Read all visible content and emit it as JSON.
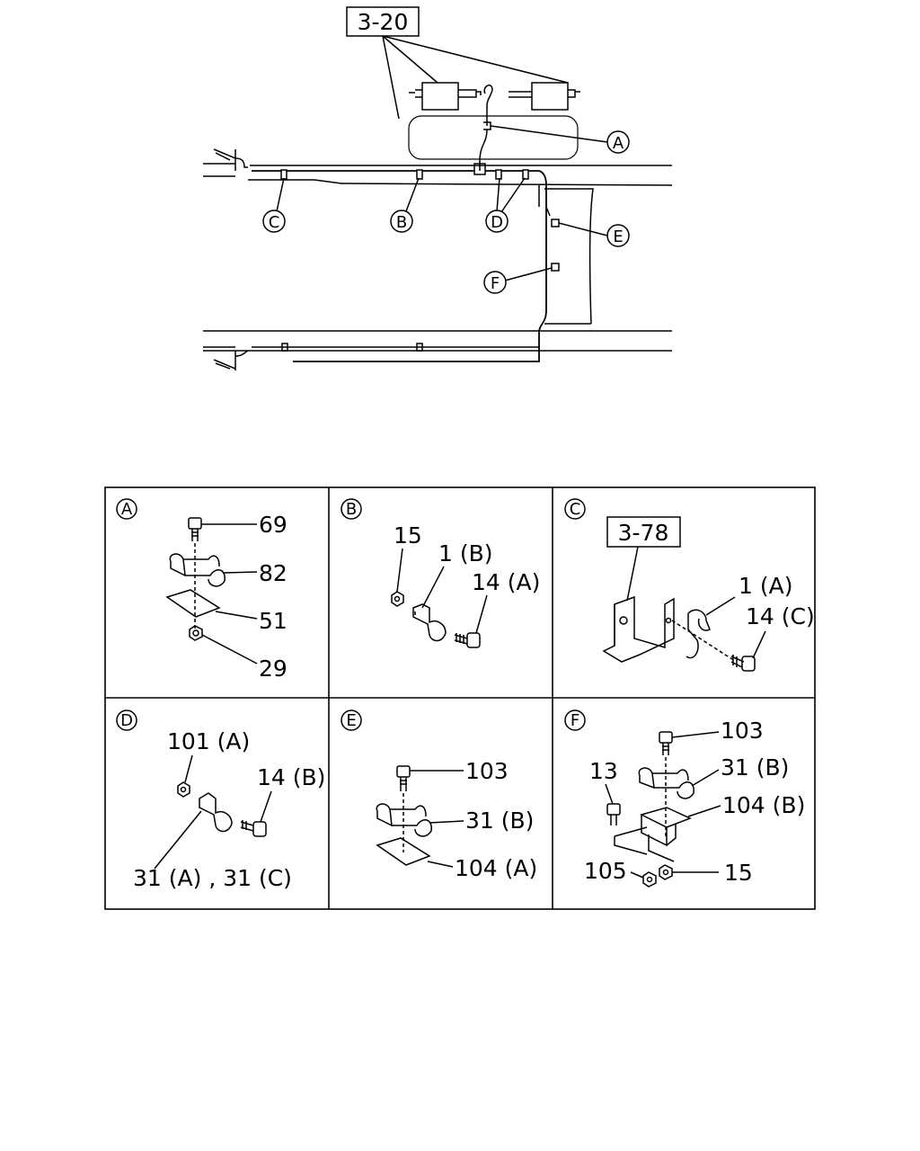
{
  "overview": {
    "ref_box": "3-20",
    "callouts": [
      "A",
      "B",
      "C",
      "D",
      "E",
      "F"
    ]
  },
  "details": {
    "A": {
      "label": "A",
      "parts": [
        "69",
        "82",
        "51",
        "29"
      ]
    },
    "B": {
      "label": "B",
      "parts": [
        "15",
        "1 (B)",
        "14 (A)"
      ]
    },
    "C": {
      "label": "C",
      "ref_box": "3-78",
      "parts": [
        "1 (A)",
        "14 (C)"
      ]
    },
    "D": {
      "label": "D",
      "parts": [
        "101 (A)",
        "14 (B)",
        "31 (A) , 31 (C)"
      ]
    },
    "E": {
      "label": "E",
      "parts": [
        "103",
        "31 (B)",
        "104 (A)"
      ]
    },
    "F": {
      "label": "F",
      "parts": [
        "103",
        "31 (B)",
        "13",
        "104 (B)",
        "105",
        "15"
      ]
    }
  }
}
